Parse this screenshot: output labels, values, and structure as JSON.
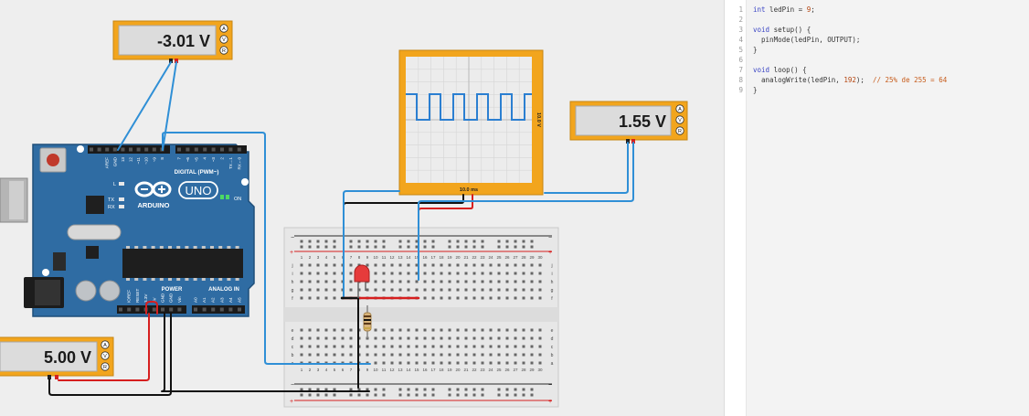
{
  "colors": {
    "background": "#eeeeee",
    "board": "#2f6ca3",
    "meter": "#f2a51d",
    "wire_blue": "#2f8fd6",
    "wire_red": "#d61f1f",
    "wire_black": "#111111",
    "trace": "#2b7fd1",
    "code_keyword": "#3a44c4",
    "code_comment": "#c75b1a"
  },
  "multimeters": {
    "m1": {
      "reading": "-3.01 V",
      "modes": [
        "A",
        "V",
        "R"
      ]
    },
    "m2": {
      "reading": "1.55 V",
      "modes": [
        "A",
        "V",
        "R"
      ]
    },
    "m3": {
      "reading": "5.00 V",
      "modes": [
        "A",
        "V",
        "R"
      ]
    }
  },
  "oscilloscope": {
    "time_label": "10.0 ms",
    "volt_label": "10.0 V"
  },
  "arduino": {
    "logo": "ARDUINO",
    "model": "UNO",
    "on_label": "ON",
    "digital_label": "DIGITAL (PWM~)",
    "power_label": "POWER",
    "analog_label": "ANALOG IN",
    "label_l": "L",
    "label_tx": "TX",
    "label_rx": "RX",
    "digital_pins": [
      "AREF",
      "GND",
      "13",
      "12",
      "~11",
      "~10",
      "~9",
      "8",
      "7",
      "~6",
      "~5",
      "4",
      "~3",
      "2",
      "TX→1",
      "RX←0"
    ],
    "power_pins": [
      "IOREF",
      "RESET",
      "3.3V",
      "5V",
      "GND",
      "GND",
      "Vin"
    ],
    "analog_pins": [
      "A0",
      "A1",
      "A2",
      "A3",
      "A4",
      "A5"
    ]
  },
  "breadboard": {
    "row_letters_top": [
      "j",
      "i",
      "h",
      "g",
      "f"
    ],
    "row_letters_bottom": [
      "e",
      "d",
      "c",
      "b",
      "a"
    ],
    "columns": 30,
    "minus_sign": "−",
    "plus_sign": "+"
  },
  "code_editor": {
    "line_numbers": [
      "1",
      "2",
      "3",
      "4",
      "5",
      "6",
      "7",
      "8",
      "9"
    ],
    "l1_kw": "int",
    "l1_rest": " ledPin = ",
    "l1_num": "9",
    "l1_end": ";",
    "l3_kw": "void",
    "l3_rest": " setup() {",
    "l4": "  pinMode(ledPin, OUTPUT);",
    "l5": "}",
    "l7_kw": "void",
    "l7_rest": " loop() {",
    "l8_a": "  analogWrite(ledPin, ",
    "l8_num": "192",
    "l8_b": ");  ",
    "l8_comment": "// 25% de 255 = 64",
    "l9": "}"
  }
}
